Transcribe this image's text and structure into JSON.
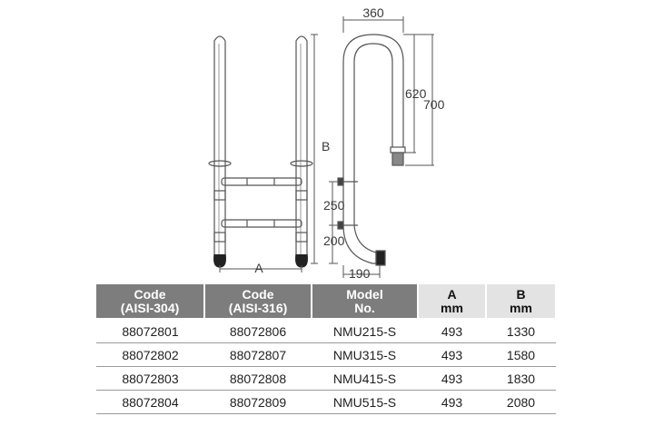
{
  "drawing": {
    "dim_A": "A",
    "dim_B": "B",
    "dim_360": "360",
    "dim_620": "620",
    "dim_700": "700",
    "dim_250": "250",
    "dim_200": "200",
    "dim_190": "190"
  },
  "table": {
    "headers": [
      {
        "line1": "Code",
        "line2": "(AISI-304)"
      },
      {
        "line1": "Code",
        "line2": "(AISI-316)"
      },
      {
        "line1": "Model",
        "line2": "No."
      },
      {
        "line1": "A",
        "line2": "mm"
      },
      {
        "line1": "B",
        "line2": "mm"
      }
    ],
    "rows": [
      [
        "88072801",
        "88072806",
        "NMU215-S",
        "493",
        "1330"
      ],
      [
        "88072802",
        "88072807",
        "NMU315-S",
        "493",
        "1580"
      ],
      [
        "88072803",
        "88072808",
        "NMU415-S",
        "493",
        "1830"
      ],
      [
        "88072804",
        "88072809",
        "NMU515-S",
        "493",
        "2080"
      ]
    ]
  },
  "colors": {
    "header_dark": "#7d7d7d",
    "header_light": "#e3e3e3",
    "line": "#555555"
  }
}
